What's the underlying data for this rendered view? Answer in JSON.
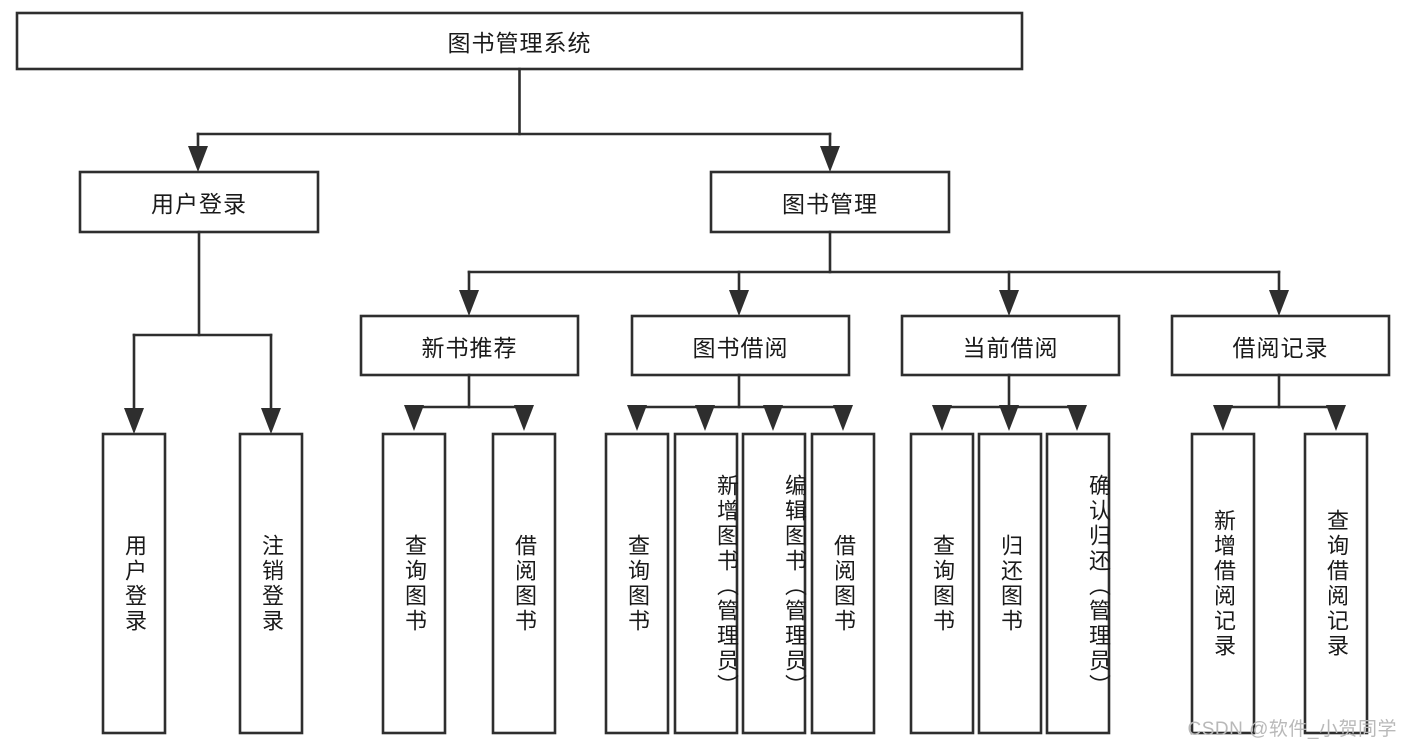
{
  "diagram": {
    "title": "图书管理系统",
    "type": "functional-structure-tree",
    "watermark": "CSDN @软件_小贺同学",
    "colors": {
      "stroke": "#2e2e2e",
      "box_fill": "#ffffff",
      "text": "#1a1a1a",
      "background": "#ffffff",
      "watermark": "#b9b9b9"
    },
    "root": {
      "label": "图书管理系统"
    },
    "level1": [
      {
        "label": "用户登录"
      },
      {
        "label": "图书管理"
      }
    ],
    "level2": [
      {
        "label": "新书推荐"
      },
      {
        "label": "图书借阅"
      },
      {
        "label": "当前借阅"
      },
      {
        "label": "借阅记录"
      }
    ],
    "leaves": {
      "user_login": [
        {
          "label": "用户登录"
        },
        {
          "label": "注销登录"
        }
      ],
      "new_book_recommend": [
        {
          "label": "查询图书"
        },
        {
          "label": "借阅图书"
        }
      ],
      "book_borrow": [
        {
          "label": "查询图书"
        },
        {
          "label": "新增图书（管理员）"
        },
        {
          "label": "编辑图书（管理员）"
        },
        {
          "label": "借阅图书"
        }
      ],
      "current_borrow": [
        {
          "label": "查询图书"
        },
        {
          "label": "归还图书"
        },
        {
          "label": "确认归还（管理员）"
        }
      ],
      "borrow_record": [
        {
          "label": "新增借阅记录"
        },
        {
          "label": "查询借阅记录"
        }
      ]
    }
  }
}
